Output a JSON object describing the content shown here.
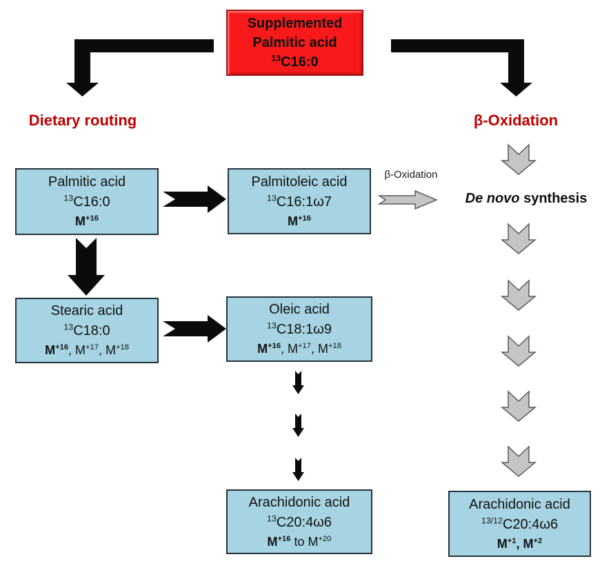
{
  "colors": {
    "black": "#0b0b0b",
    "gray_fill": "#c5c5c5",
    "gray_stroke": "#595959",
    "red_box_fill": "#f81a1a",
    "red_box_border": "#a81111",
    "blue_box_fill": "#a6d4e2",
    "blue_box_border": "#25313a",
    "heading_red": "#c00000"
  },
  "supplemented_box": {
    "line1": "Supplemented",
    "line2": "Palmitic acid",
    "formula": [
      {
        "t": "13",
        "sup": true
      },
      {
        "t": "C16:0"
      }
    ]
  },
  "headings": {
    "dietary": "Dietary routing",
    "oxidation": "β-Oxidation"
  },
  "labels": {
    "beta_oxidation_arrow": "β-Oxidation",
    "de_novo": [
      {
        "t": "De novo",
        "i": true
      },
      {
        "t": " synthesis"
      }
    ]
  },
  "boxes": {
    "palmitic": {
      "name": "Palmitic acid",
      "formula": [
        {
          "t": "13",
          "sup": true
        },
        {
          "t": "C16:0"
        }
      ],
      "mass": [
        {
          "t": "M",
          "b": true
        },
        {
          "t": "+16",
          "sup": true,
          "b": true
        }
      ]
    },
    "palmitoleic": {
      "name": "Palmitoleic acid",
      "formula": [
        {
          "t": "13",
          "sup": true
        },
        {
          "t": "C16:1ω7"
        }
      ],
      "mass": [
        {
          "t": "M",
          "b": true
        },
        {
          "t": "+16",
          "sup": true,
          "b": true
        }
      ]
    },
    "stearic": {
      "name": "Stearic acid",
      "formula": [
        {
          "t": "13",
          "sup": true
        },
        {
          "t": "C18:0"
        }
      ],
      "mass": [
        {
          "t": "M",
          "b": true
        },
        {
          "t": "+16",
          "sup": true,
          "b": true
        },
        {
          "t": ", M"
        },
        {
          "t": "+17",
          "sup": true
        },
        {
          "t": ", M"
        },
        {
          "t": "+18",
          "sup": true
        }
      ]
    },
    "oleic": {
      "name": "Oleic acid",
      "formula": [
        {
          "t": "13",
          "sup": true
        },
        {
          "t": "C18:1ω9"
        }
      ],
      "mass": [
        {
          "t": "M",
          "b": true
        },
        {
          "t": "+16",
          "sup": true,
          "b": true
        },
        {
          "t": ", M"
        },
        {
          "t": "+17",
          "sup": true
        },
        {
          "t": ", M"
        },
        {
          "t": "+18",
          "sup": true
        }
      ]
    },
    "arachidonic_dietary": {
      "name": "Arachidonic acid",
      "formula": [
        {
          "t": "13",
          "sup": true
        },
        {
          "t": "C20:4ω6"
        }
      ],
      "mass": [
        {
          "t": "M",
          "b": true
        },
        {
          "t": "+16",
          "sup": true,
          "b": true
        },
        {
          "t": " to M"
        },
        {
          "t": "+20",
          "sup": true
        }
      ]
    },
    "arachidonic_oxidation": {
      "name": "Arachidonic acid",
      "formula": [
        {
          "t": "13/12",
          "sup": true
        },
        {
          "t": "C20:4ω6"
        }
      ],
      "mass": [
        {
          "t": "M",
          "b": true
        },
        {
          "t": "+1",
          "sup": true,
          "b": true
        },
        {
          "t": ", M",
          "b": true
        },
        {
          "t": "+2",
          "sup": true,
          "b": true
        }
      ]
    }
  }
}
